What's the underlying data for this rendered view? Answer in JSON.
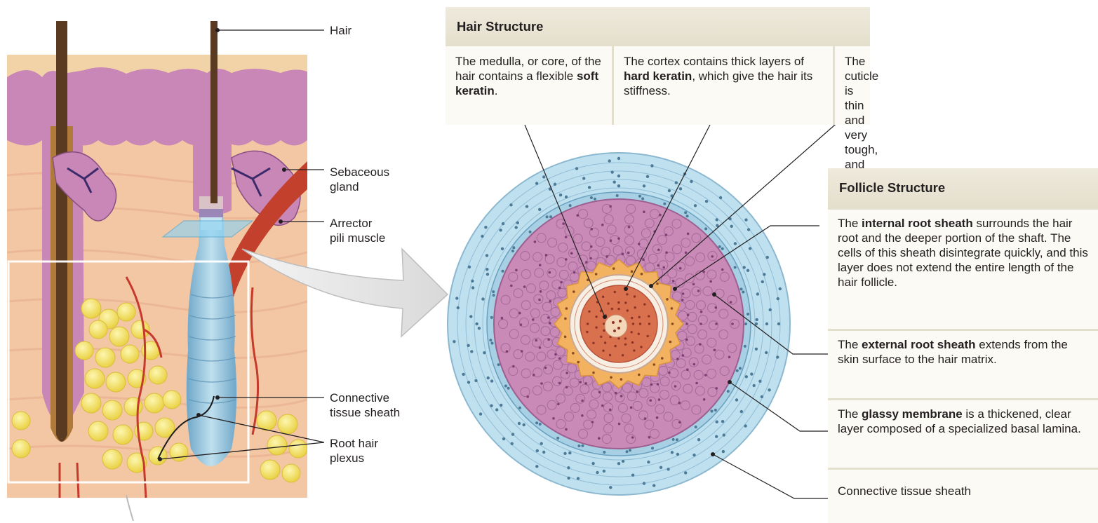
{
  "left_labels": {
    "hair": "Hair",
    "sebaceous_gland": "Sebaceous\ngland",
    "arrector_pili": "Arrector\npili muscle",
    "connective_tissue_sheath": "Connective\ntissue sheath",
    "root_hair_plexus": "Root hair\nplexus"
  },
  "hair_structure": {
    "title": "Hair Structure",
    "cells": [
      {
        "pre": "The medulla, or core, of the hair contains a flexible ",
        "bold": "soft keratin",
        "post": "."
      },
      {
        "pre": "The cortex contains thick layers of ",
        "bold": "hard keratin",
        "post": ", which give the hair its stiffness."
      },
      {
        "pre": "The cuticle is thin and very tough, and it contains hard keratin.",
        "bold": "",
        "post": ""
      }
    ]
  },
  "follicle_structure": {
    "title": "Follicle Structure",
    "rows": [
      {
        "pre": "The ",
        "bold": "internal root sheath",
        "post": " surrounds the hair root and the deeper portion of the shaft. The cells of this sheath disintegrate quickly, and this layer does not extend the entire length of the hair follicle."
      },
      {
        "pre": "The ",
        "bold": "external root sheath",
        "post": " extends from the skin surface to the hair matrix."
      },
      {
        "pre": "The ",
        "bold": "glassy membrane",
        "post": " is a thickened, clear layer composed of a specialized basal lamina."
      },
      {
        "pre": "Connective tissue sheath",
        "bold": "",
        "post": ""
      }
    ]
  },
  "colors": {
    "dermis": "#f3c7a4",
    "epidermis": "#c887b6",
    "follicle_blue": "#9cc8de",
    "sheath_blue": "#bfe0ee",
    "glassy_pink": "#c98ab7",
    "outer_orange": "#f2b260",
    "cortex_red": "#d9704e",
    "fat_yellow": "#f1df56",
    "vessel_red": "#c53a2c",
    "panel_bg": "#fbfaf4",
    "panel_head": "#e8e3d3"
  }
}
